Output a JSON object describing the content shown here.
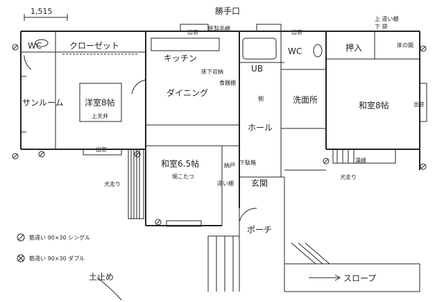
{
  "dimension": "1,515",
  "rooms": {
    "wc_left": "WC",
    "closet": "クローゼット",
    "sunroom": "サンルーム",
    "western_room": "洋室8帖",
    "kitchen": "キッチン",
    "dining": "ダイニング",
    "ub": "UB",
    "hall": "ホール",
    "washroom": "洗面所",
    "wc_right": "WC",
    "oshiire": "押入",
    "tokonoma": "床の間",
    "washitsu_right": "和室8帖",
    "washitsu_center": "和室6.5帖",
    "genkan": "玄関",
    "porch": "ポーチ"
  },
  "notes": {
    "katteguchi": "勝手口",
    "storage_shelf": "既製品棚",
    "upper_kakusou": "上 違い棚",
    "lower_kakusou": "下 袋",
    "yuka_shita": "床下収納",
    "shokki": "食器棚",
    "ceiling": "上天井",
    "demado_w": "出窓",
    "demado_n": "出窓",
    "demado_n2": "出窓",
    "demado_e": "出窓",
    "inu_left": "犬走り",
    "inu_right": "犬走り",
    "engawa": "濡縁",
    "hori": "堀こたつ",
    "shoe_box": "下駄箱",
    "shoe_left": "納戸",
    "chigai": "違い棚",
    "tsuchidome": "土止め",
    "slope": "スロープ",
    "gawa": "側"
  },
  "legend": [
    {
      "symbol": "single",
      "text": "筋違い 90×30 シングル"
    },
    {
      "symbol": "double",
      "text": "筋違い 90×30 ダブル"
    }
  ]
}
